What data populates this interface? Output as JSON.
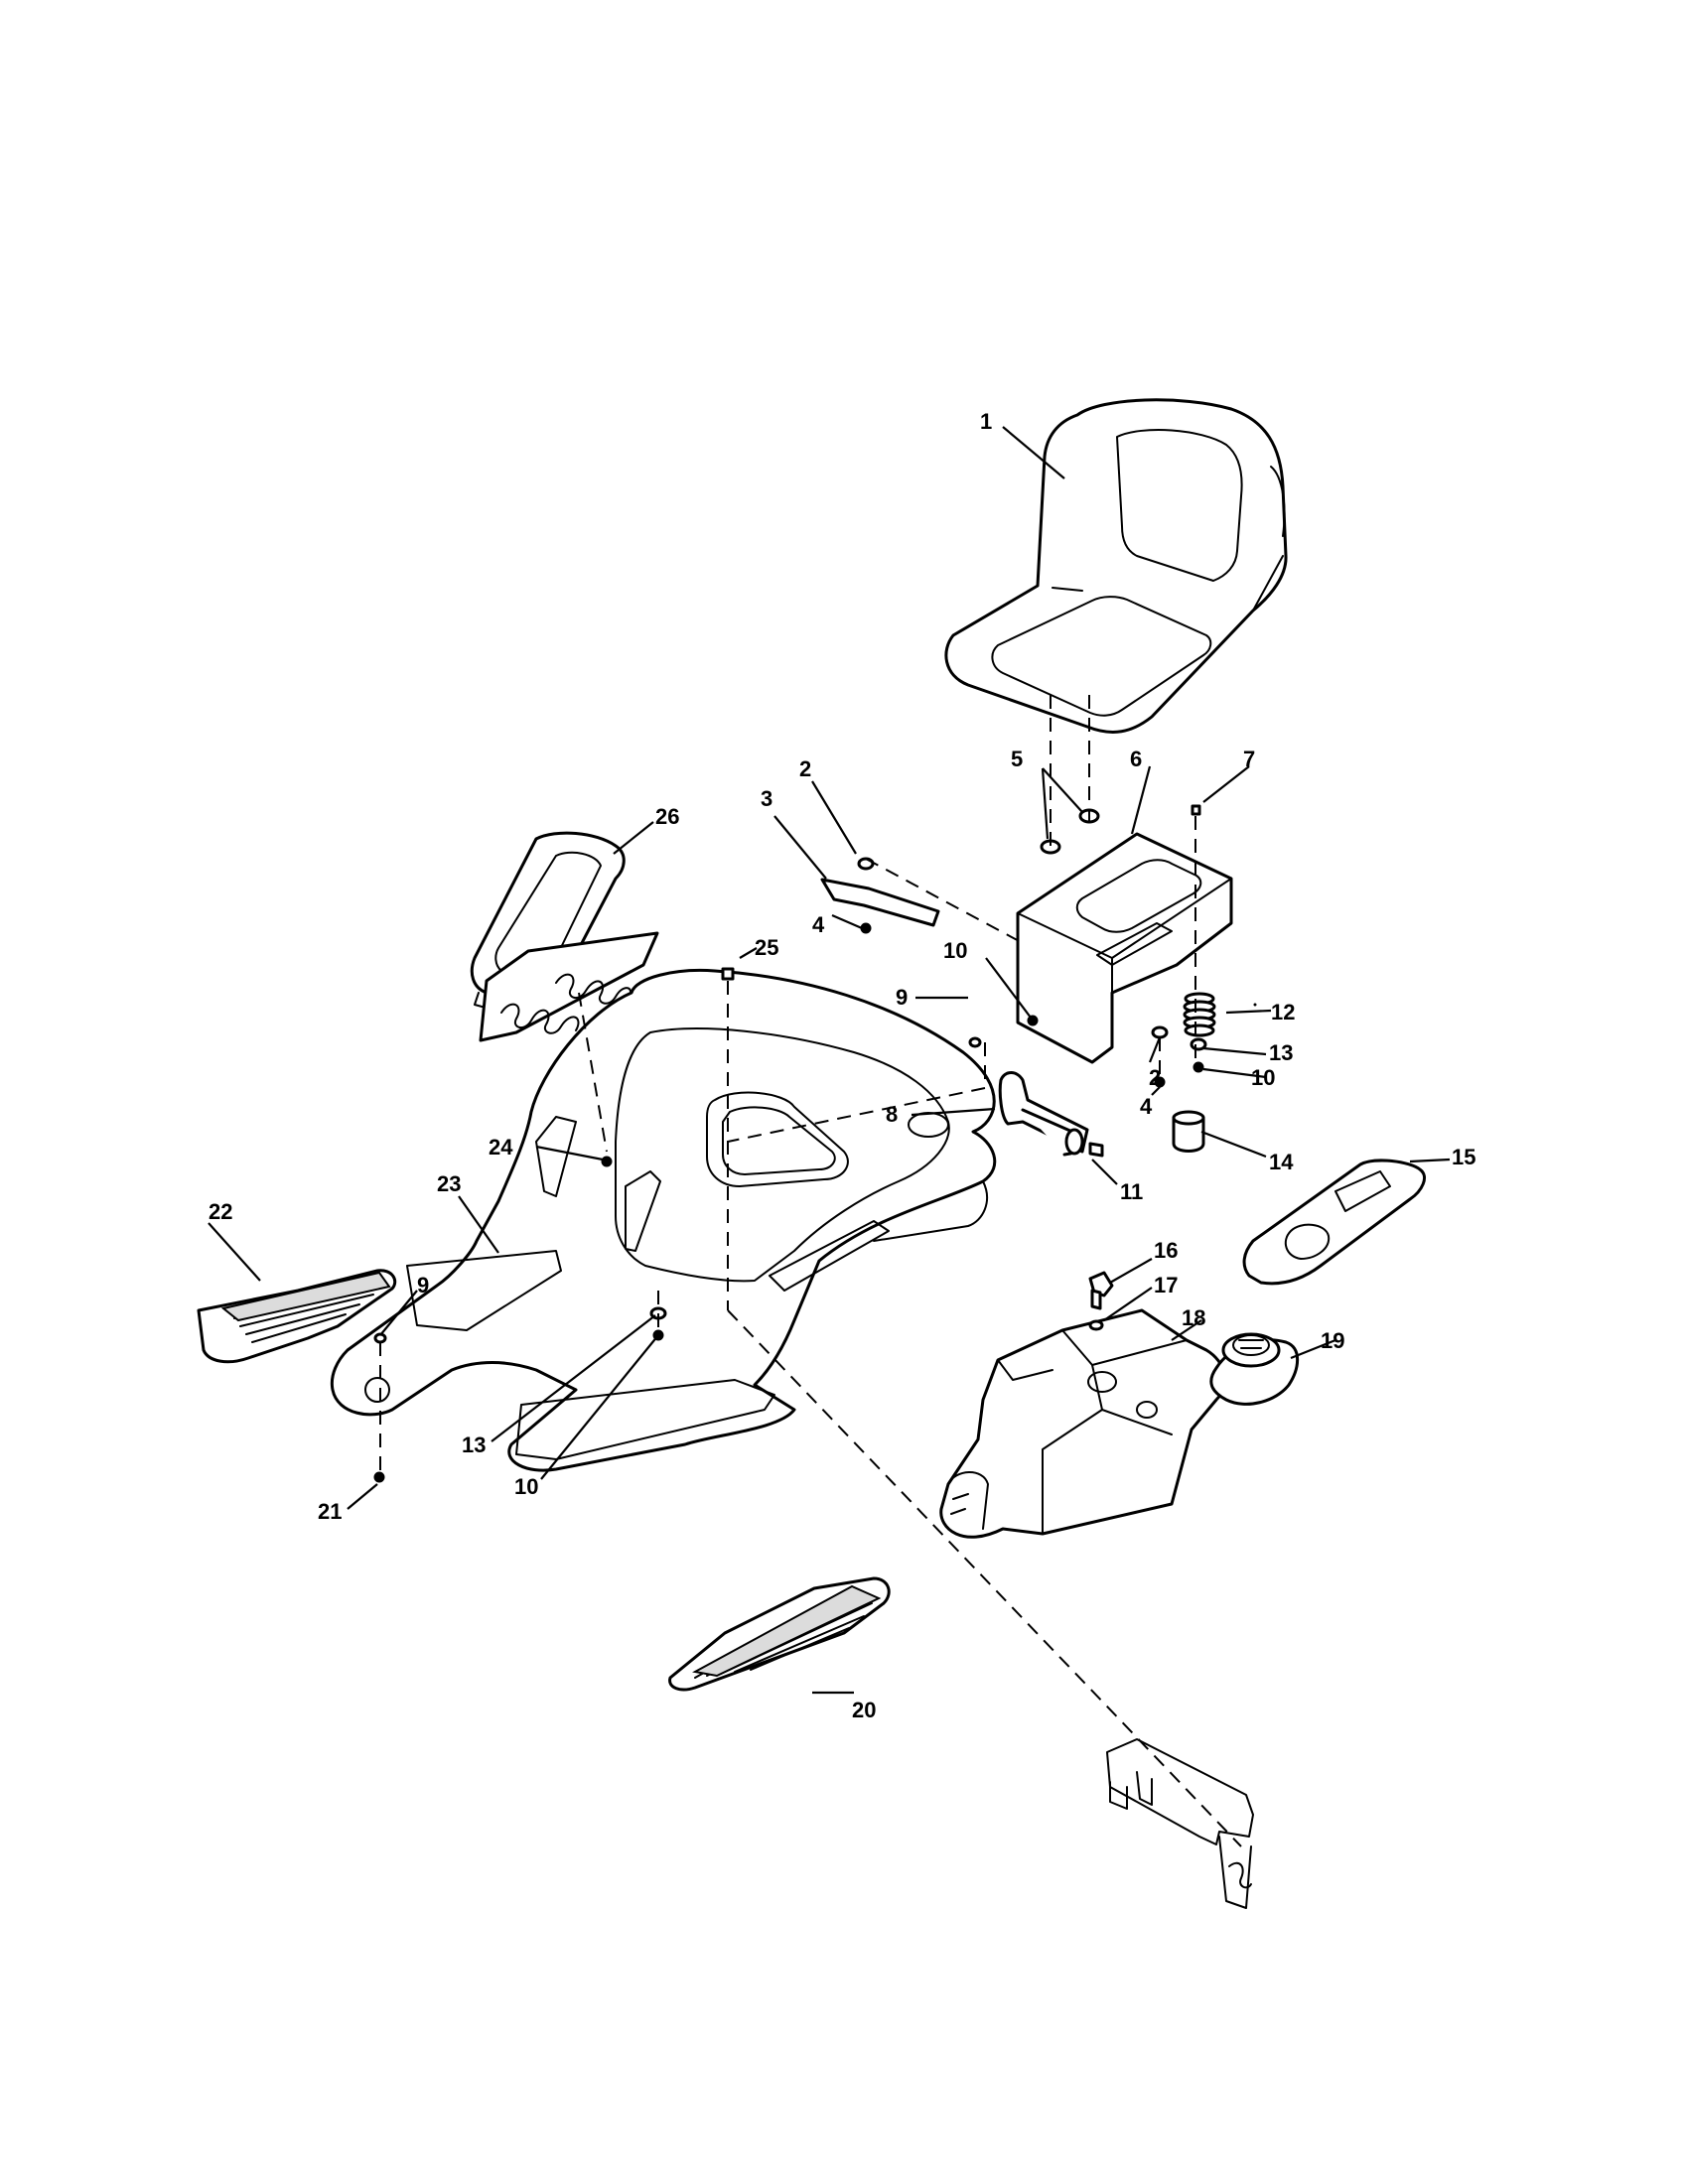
{
  "callouts": [
    {
      "id": "c1",
      "text": "1"
    },
    {
      "id": "c2a",
      "text": "2"
    },
    {
      "id": "c2b",
      "text": "2"
    },
    {
      "id": "c3",
      "text": "3"
    },
    {
      "id": "c4a",
      "text": "4"
    },
    {
      "id": "c4b",
      "text": "4"
    },
    {
      "id": "c5",
      "text": "5"
    },
    {
      "id": "c6",
      "text": "6"
    },
    {
      "id": "c7",
      "text": "7"
    },
    {
      "id": "c8",
      "text": "8"
    },
    {
      "id": "c9a",
      "text": "9"
    },
    {
      "id": "c9b",
      "text": "9"
    },
    {
      "id": "c10a",
      "text": "10"
    },
    {
      "id": "c10b",
      "text": "10"
    },
    {
      "id": "c10c",
      "text": "10"
    },
    {
      "id": "c11",
      "text": "11"
    },
    {
      "id": "c12",
      "text": "12"
    },
    {
      "id": "c13a",
      "text": "13"
    },
    {
      "id": "c13b",
      "text": "13"
    },
    {
      "id": "c14",
      "text": "14"
    },
    {
      "id": "c15",
      "text": "15"
    },
    {
      "id": "c16",
      "text": "16"
    },
    {
      "id": "c17",
      "text": "17"
    },
    {
      "id": "c18",
      "text": "18"
    },
    {
      "id": "c19",
      "text": "19"
    },
    {
      "id": "c20",
      "text": "20"
    },
    {
      "id": "c21",
      "text": "21"
    },
    {
      "id": "c22",
      "text": "22"
    },
    {
      "id": "c23",
      "text": "23"
    },
    {
      "id": "c24",
      "text": "24"
    },
    {
      "id": "c25",
      "text": "25"
    },
    {
      "id": "c26",
      "text": "26"
    }
  ]
}
